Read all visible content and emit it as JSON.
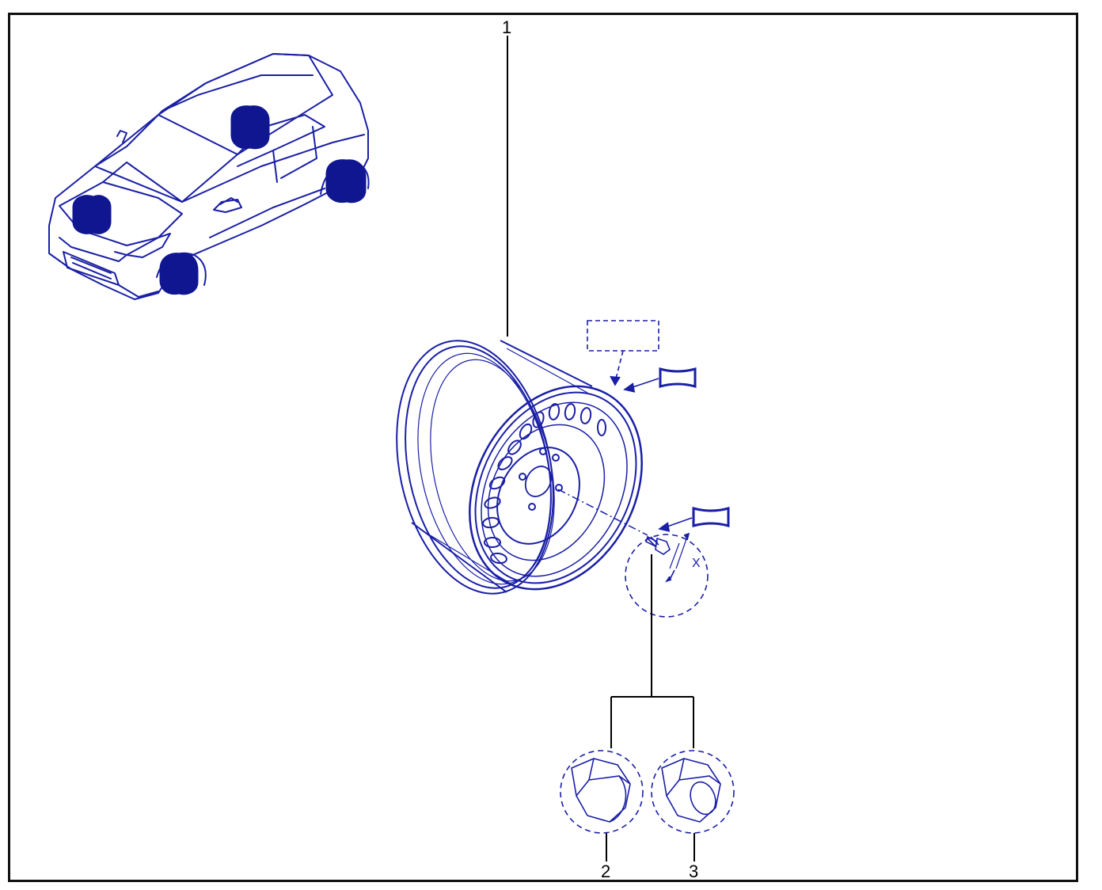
{
  "callouts": {
    "wheel": "1",
    "nut_closed": "2",
    "nut_open": "3",
    "dimension": "X"
  },
  "colors": {
    "line": "#1a1fa6",
    "fill": "#0f1690",
    "frame": "#111111",
    "leader": "#000000"
  },
  "icons": {
    "car": "car-overview-icon",
    "wheel": "steel-wheel-icon",
    "bolt": "wheel-bolt-icon",
    "nut_closed": "closed-wheel-nut-icon",
    "nut_open": "open-wheel-nut-icon",
    "label": "label-tag-icon"
  }
}
